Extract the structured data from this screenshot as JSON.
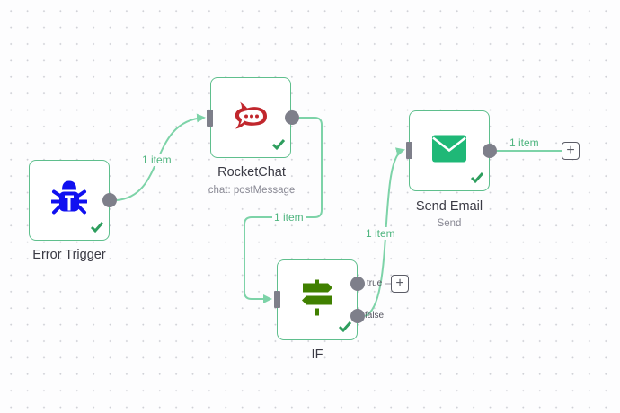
{
  "canvas": {
    "background": "#fdfdfe",
    "accent": "#5fbf8d",
    "edge_color": "#7dd3a8"
  },
  "nodes": {
    "error_trigger": {
      "label": "Error Trigger",
      "subtitle": "",
      "icon": "bug-icon",
      "icon_color": "#1010f0",
      "status": "success"
    },
    "rocketchat": {
      "label": "RocketChat",
      "subtitle": "chat: postMessage",
      "icon": "rocketchat-icon",
      "icon_color": "#c1272d",
      "status": "success"
    },
    "if": {
      "label": "IF",
      "subtitle": "",
      "icon": "signpost-icon",
      "icon_color": "#408000",
      "status": "success",
      "outputs": {
        "true_label": "true",
        "false_label": "false"
      }
    },
    "send_email": {
      "label": "Send Email",
      "subtitle": "Send",
      "icon": "envelope-icon",
      "icon_color": "#1fb877",
      "status": "success"
    }
  },
  "edges": {
    "trigger_to_rocketchat": {
      "label": "1 item"
    },
    "rocketchat_to_if": {
      "label": "1 item"
    },
    "if_false_to_email": {
      "label": "1 item"
    },
    "email_to_next": {
      "label": "1 item"
    }
  },
  "add_buttons": {
    "symbol": "+"
  }
}
